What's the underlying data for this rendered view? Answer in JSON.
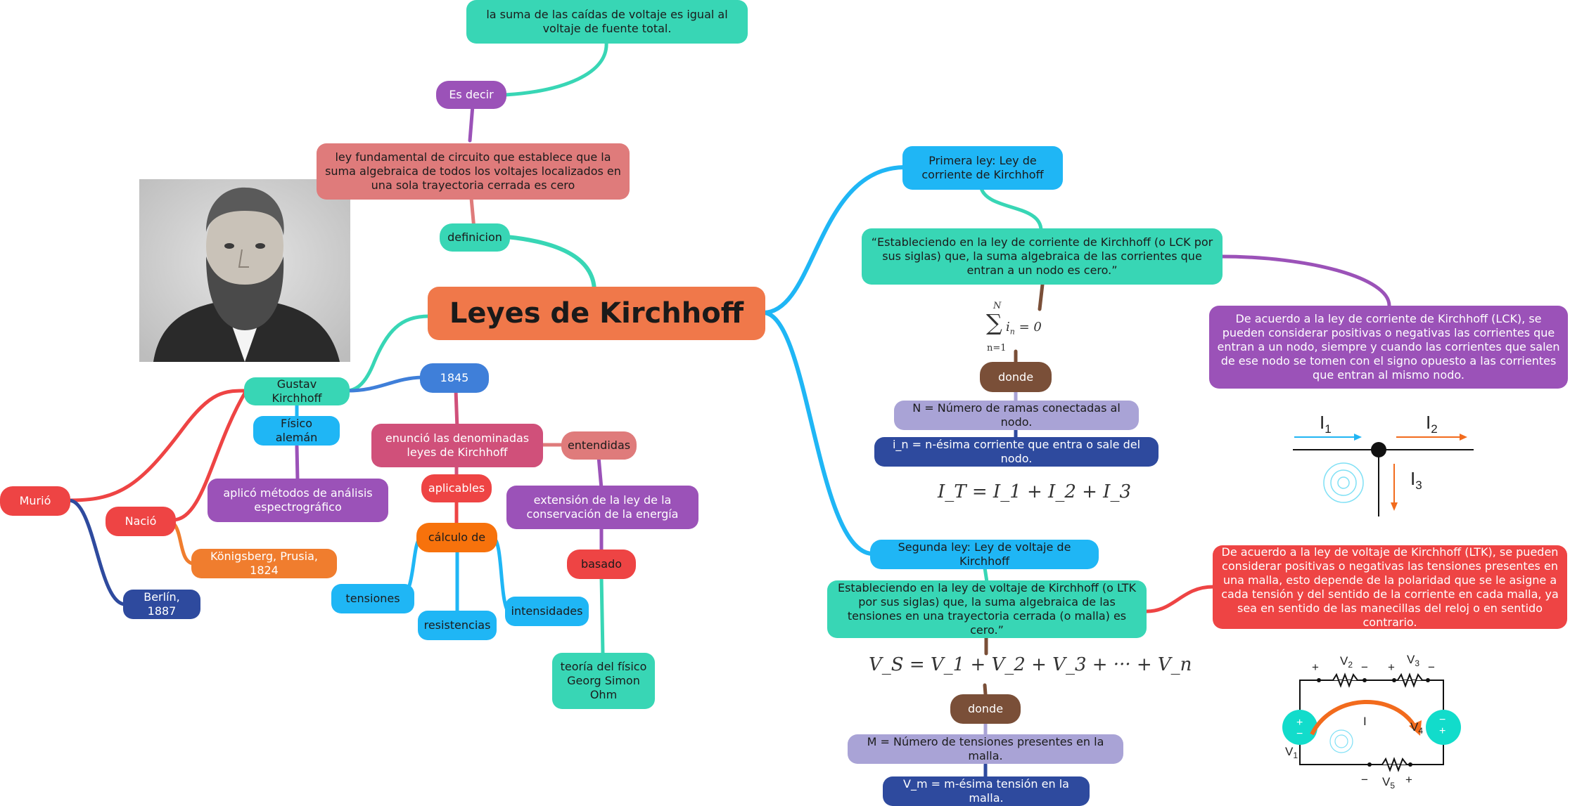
{
  "central": {
    "title": "Leyes de Kirchhoff",
    "color": "#f0784a"
  },
  "colors": {
    "teal": "#38d6b5",
    "purple": "#9b52b8",
    "salmon": "#df7b7b",
    "blue": "#1fb6f5",
    "navy": "#2e4a9e",
    "red": "#ee4444",
    "orange": "#f07d2e",
    "brown": "#7a4f38",
    "lavender": "#a9a3d6",
    "magenta": "#d0507a",
    "orange_dark": "#f7720c",
    "blue_med": "#3f7fd9"
  },
  "nodes": {
    "suma_caidas": "la suma de las caídas de voltaje es igual al voltaje de fuente total.",
    "es_decir": "Es decir",
    "ley_fundamental": "ley fundamental de circuito que establece que la suma algebraica de todos los voltajes localizados en una sola trayectoria cerrada es cero",
    "definicion": "definicion",
    "gustav": "Gustav Kirchhoff",
    "fisico": "Físico alemán",
    "aplico": "aplicó métodos de análisis espectrográfico",
    "murio": "Murió",
    "nacio": "Nació",
    "konigsberg": "Königsberg, Prusia, 1824",
    "berlin": "Berlín, 1887",
    "anio_1845": "1845",
    "enuncio": "enunció las denominadas leyes de Kirchhoff",
    "entendidas": "entendidas",
    "aplicables": "aplicables",
    "extension": "extensión de la ley de la conservación de la energía",
    "calculo": "cálculo de",
    "basado": "basado",
    "tensiones": "tensiones",
    "resistencias": "resistencias",
    "intensidades": "intensidades",
    "teoria": "teoría del físico Georg Simon Ohm",
    "primera_ley": "Primera ley: Ley de corriente de Kirchhoff",
    "estableciendo_lck": "“Estableciendo en la ley de corriente de Kirchhoff (o LCK por sus siglas) que, la suma algebraica de las corrientes que entran a un nodo es cero.”",
    "lck_acuerdo": "De acuerdo a la ley de corriente de Kirchhoff (LCK), se pueden considerar positivas o negativas las corrientes que entran a un nodo, siempre y cuando las corrientes que salen de ese nodo se tomen con el signo opuesto a las corrientes que entran al mismo nodo.",
    "donde1": "donde",
    "n_ramas": "N = Número de ramas conectadas al nodo.",
    "i_n": "i_n = n-ésima corriente que entra o sale del nodo.",
    "segunda_ley": "Segunda ley: Ley de voltaje de Kirchhoff",
    "estableciendo_ltk": "Estableciendo en la ley de voltaje de Kirchhoff (o LTK por sus siglas) que, la suma algebraica de las tensiones en una trayectoria cerrada (o malla) es cero.”",
    "ltk_acuerdo": "De acuerdo a la ley de voltaje de Kirchhoff (LTK), se pueden considerar positivas o negativas las tensiones presentes en una malla, esto depende de la polaridad que se le asigne a cada tensión y del sentido de la corriente en cada malla, ya sea en sentido de las manecillas del reloj o en sentido contrario.",
    "donde2": "donde",
    "m_tensiones": "M = Número de tensiones presentes en la malla.",
    "v_m": "V_m = m-ésima tensión en la malla."
  },
  "formulas": {
    "sum_top": "N",
    "sum_symbol": "∑",
    "sum_body": "i",
    "sum_sub": "n",
    "sum_eq": " = 0",
    "sum_bottom": "n=1",
    "current_sum": "I_T = I_1 + I_2 + I_3",
    "voltage_sum": "V_S = V_1 + V_2 + V_3 + ··· + V_n"
  },
  "node_diagram": {
    "i1": "I",
    "i1_sub": "1",
    "i2": "I",
    "i2_sub": "2",
    "i3": "I",
    "i3_sub": "3"
  },
  "loop_diagram": {
    "v1": "V",
    "v1_sub": "1",
    "v2": "V",
    "v2_sub": "2",
    "v3": "V",
    "v3_sub": "3",
    "v4": "V",
    "v4_sub": "4",
    "v5": "V",
    "v5_sub": "5",
    "current": "I",
    "plus": "+",
    "minus": "−"
  },
  "image": {
    "name": "gustav-kirchhoff-portrait"
  }
}
